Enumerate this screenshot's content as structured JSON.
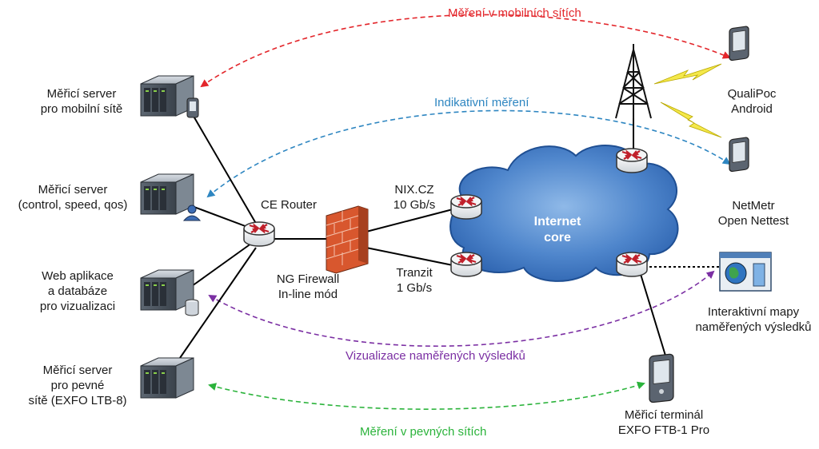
{
  "colors": {
    "mobile": "#e3262b",
    "indicative": "#2e86c1",
    "visualization": "#7b2fa3",
    "fixed": "#2bb33b",
    "cloud": "#3f7fc8",
    "firewall": "#e2643a",
    "lightning": "#f4e84a"
  },
  "flows": {
    "mobile": "Měření v mobilních sítích",
    "indicative": "Indikativní měření",
    "visualization": "Vizualizace naměřených výsledků",
    "fixed": "Měření v pevných sítích"
  },
  "servers": [
    {
      "icon": "server-phone-icon",
      "lines": [
        "Měřicí server",
        "pro mobilní sítě"
      ]
    },
    {
      "icon": "server-user-icon",
      "lines": [
        "Měřicí server",
        "(control, speed, qos)"
      ]
    },
    {
      "icon": "server-database-icon",
      "lines": [
        "Web aplikace",
        "a databáze",
        "pro vizualizaci"
      ]
    },
    {
      "icon": "server-icon",
      "lines": [
        "Měřicí server",
        "pro pevné",
        "sítě (EXFO LTB-8)"
      ]
    }
  ],
  "ce_router": "CE Router",
  "firewall": [
    "NG Firewall",
    "In-line mód"
  ],
  "links": {
    "nix": [
      "NIX.CZ",
      "10 Gb/s"
    ],
    "transit": [
      "Tranzit",
      "1 Gb/s"
    ]
  },
  "cloud": [
    "Internet",
    "core"
  ],
  "devices": {
    "qualipoc": [
      "QualiPoc",
      "Android"
    ],
    "netmetr": [
      "NetMetr",
      "Open Nettest"
    ],
    "maps": [
      "Interaktivní mapy",
      "naměřených výsledků"
    ],
    "terminal": [
      "Měřicí terminál",
      "EXFO FTB-1 Pro"
    ]
  }
}
